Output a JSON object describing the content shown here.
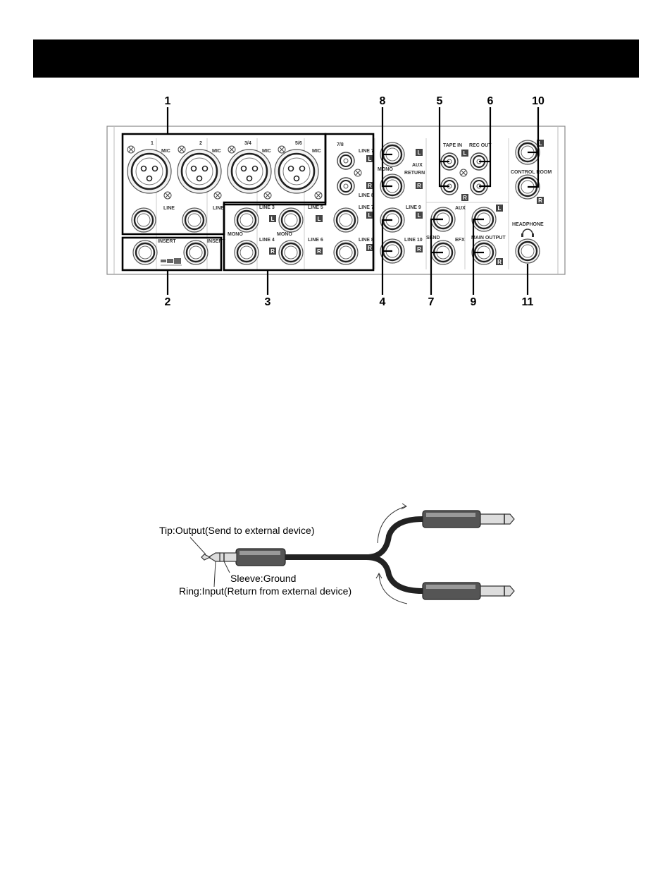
{
  "panel": {
    "callouts": [
      "1",
      "2",
      "3",
      "4",
      "5",
      "6",
      "7",
      "8",
      "9",
      "10",
      "11"
    ],
    "xlr_labels": [
      "1",
      "2",
      "3/4",
      "5/6"
    ],
    "mic_label": "MIC",
    "line_label": "LINE",
    "insert_label": "INSERT",
    "mono_label": "MONO",
    "jack_labels": {
      "line3": "LINE 3",
      "line4": "LINE 4",
      "line5": "LINE 5",
      "line6": "LINE 6",
      "line7a": "LINE 7",
      "line8a": "LINE 8",
      "line7b": "LINE 7",
      "line8b": "LINE 8",
      "ch78": "7/8",
      "line9": "LINE 9",
      "line10": "LINE 10",
      "aux_return": "AUX",
      "return": "RETURN",
      "tape_in": "TAPE IN",
      "rec_out": "REC OUT",
      "aux_send": "AUX",
      "send": "SEND",
      "efx": "EFX",
      "main_output": "MAIN OUTPUT",
      "control_room": "CONTROL ROOM",
      "headphone": "HEADPHONE"
    },
    "channel_badges": {
      "left": "L",
      "right": "R"
    }
  },
  "cable": {
    "tip_label": "Tip:Output(Send to external device)",
    "sleeve_label": "Sleeve:Ground",
    "ring_label": "Ring:Input(Return from external device)"
  }
}
